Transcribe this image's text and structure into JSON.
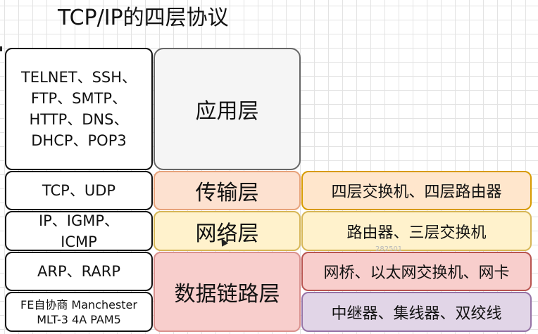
{
  "title": "TCP/IP的四层协议",
  "protocols": {
    "application": [
      "TELNET、SSH、",
      "FTP、SMTP、",
      "HTTP、DNS、",
      "DHCP、POP3"
    ],
    "transport": "TCP、UDP",
    "network": [
      "IP、IGMP、",
      "ICMP"
    ],
    "link_arp": "ARP、RARP",
    "link_physical": [
      "FE自协商 Manchester",
      "MLT-3 4A PAM5"
    ]
  },
  "layers": {
    "application": "应用层",
    "transport": "传输层",
    "network": "网络层",
    "link": "数据链路层"
  },
  "devices": {
    "transport": "四层交换机、四层路由器",
    "network": "路由器、三层交换机",
    "link": "网桥、以太网交换机、网卡",
    "physical": "中继器、集线器、双绞线"
  },
  "watermark": "282501",
  "colors": {
    "application_fill": "#f5f5f5",
    "transport_fill": "#fde1d0",
    "network_fill": "#fff2cc",
    "link_fill": "#f8cecc",
    "device_orange": "#ffe6cc",
    "device_yellow": "#fff2cc",
    "device_red": "#f8cecc",
    "device_purple": "#e1d5e7"
  }
}
